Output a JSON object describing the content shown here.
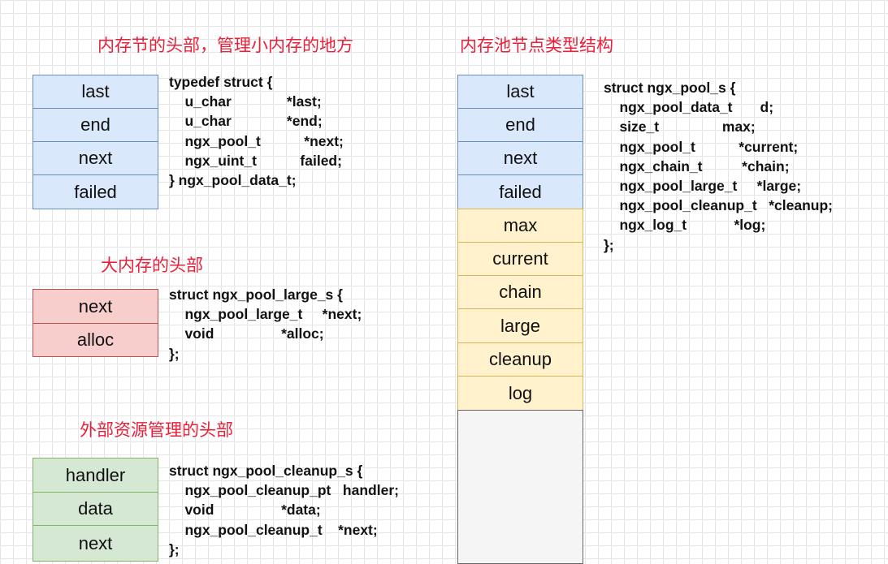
{
  "headings": {
    "small_block": "内存节的头部，管理小内存的地方",
    "large_block": "大内存的头部",
    "cleanup": "外部资源管理的头部",
    "pool": "内存池节点类型结构"
  },
  "data_struct": {
    "fields": [
      "last",
      "end",
      "next",
      "failed"
    ],
    "code": "typedef struct {\n    u_char              *last;\n    u_char              *end;\n    ngx_pool_t           *next;\n    ngx_uint_t           failed;\n} ngx_pool_data_t;"
  },
  "large_struct": {
    "fields": [
      "next",
      "alloc"
    ],
    "code": "struct ngx_pool_large_s {\n    ngx_pool_large_t     *next;\n    void                 *alloc;\n};"
  },
  "cleanup_struct": {
    "fields": [
      "handler",
      "data",
      "next"
    ],
    "code": "struct ngx_pool_cleanup_s {\n    ngx_pool_cleanup_pt   handler;\n    void                 *data;\n    ngx_pool_cleanup_t    *next;\n};"
  },
  "pool_struct": {
    "data_fields": [
      "last",
      "end",
      "next",
      "failed"
    ],
    "pool_fields": [
      "max",
      "current",
      "chain",
      "large",
      "cleanup",
      "log"
    ],
    "code": "struct ngx_pool_s {\n    ngx_pool_data_t       d;\n    size_t                max;\n    ngx_pool_t           *current;\n    ngx_chain_t          *chain;\n    ngx_pool_large_t     *large;\n    ngx_pool_cleanup_t   *cleanup;\n    ngx_log_t            *log;\n};"
  },
  "colors": {
    "heading": "#e8203a",
    "blue_fill": "#dae8fc",
    "blue_stroke": "#6c8ebf",
    "red_fill": "#f8cecc",
    "red_stroke": "#b85450",
    "green_fill": "#d5e8d4",
    "green_stroke": "#82b366",
    "yellow_fill": "#fff2cc",
    "yellow_stroke": "#d6b656",
    "gray_fill": "#f5f5f5",
    "gray_stroke": "#666666"
  }
}
